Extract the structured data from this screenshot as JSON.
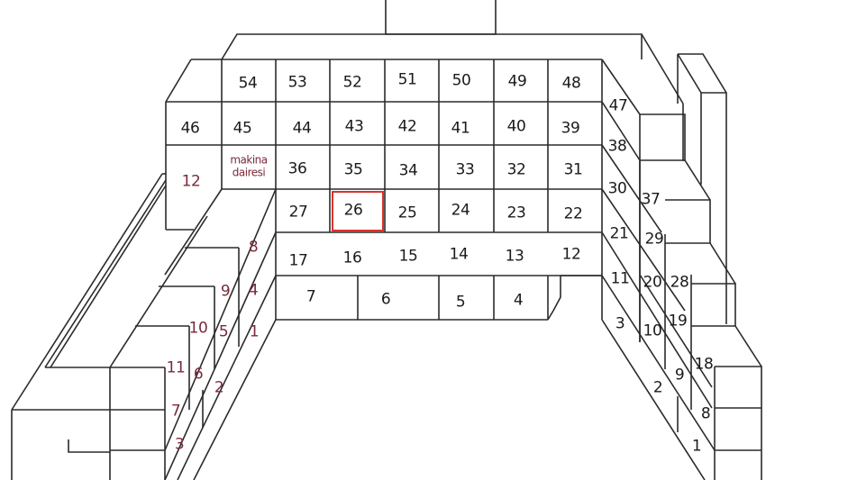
{
  "diagram": {
    "description": "Isometric block diagram of numbered spaces (parking/storage units) arranged in a U-shape",
    "highlight": {
      "unit": "26",
      "color": "#d9342b"
    },
    "colors": {
      "black_label": "#1a1a1a",
      "red_label": "#7a2a3a",
      "lines": "#2b2b2b"
    },
    "center_grid": {
      "row1": [
        "54",
        "53",
        "52",
        "51",
        "50",
        "49",
        "48"
      ],
      "row2": [
        "46",
        "45",
        "44",
        "43",
        "42",
        "41",
        "40",
        "39"
      ],
      "row3": [
        "12",
        "makina\ndairesi",
        "36",
        "35",
        "34",
        "33",
        "32",
        "31"
      ],
      "row4": [
        "27",
        "26",
        "25",
        "24",
        "23",
        "22"
      ],
      "row5": [
        "17",
        "16",
        "15",
        "14",
        "13",
        "12"
      ],
      "row6": [
        "7",
        "6",
        "5",
        "4"
      ]
    },
    "right_wing": {
      "outer_column": [
        "47",
        "38",
        "30",
        "21",
        "11",
        "3"
      ],
      "middle_column": [
        "37",
        "29",
        "20",
        "10",
        "2"
      ],
      "inner_column": [
        "28",
        "19",
        "9",
        "1"
      ],
      "lowest_column": [
        "18",
        "8"
      ]
    },
    "left_wing_red": {
      "col_a": [
        "8",
        "4",
        "1"
      ],
      "col_b": [
        "9",
        "5",
        "2"
      ],
      "col_c": [
        "10",
        "6"
      ],
      "col_d": [
        "11",
        "7",
        "3"
      ]
    },
    "machine_room_label": "makina\ndairesi"
  }
}
